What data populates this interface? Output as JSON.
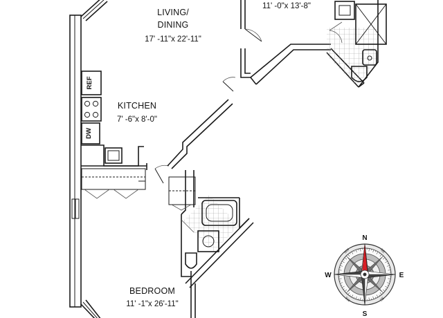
{
  "rooms": {
    "living": {
      "name_line1": "LIVING/",
      "name_line2": "DINING",
      "dims": "17' -11\"x 22'-11\""
    },
    "top_right": {
      "dims": "11' -0\"x 13'-8\""
    },
    "kitchen": {
      "name": "KITCHEN",
      "dims": "7' -6\"x 8'-0\""
    },
    "bedroom": {
      "name": "BEDROOM",
      "dims": "11' -1\"x 26'-11\""
    }
  },
  "appliances": {
    "refrigerator": "REF",
    "dishwasher": "DW"
  },
  "compass": {
    "north": "N",
    "south": "S",
    "east": "E",
    "west": "W",
    "northeast": "NE",
    "northwest": "NW",
    "southeast": "SE",
    "southwest": "SW",
    "needle_color": "#d81f26"
  }
}
